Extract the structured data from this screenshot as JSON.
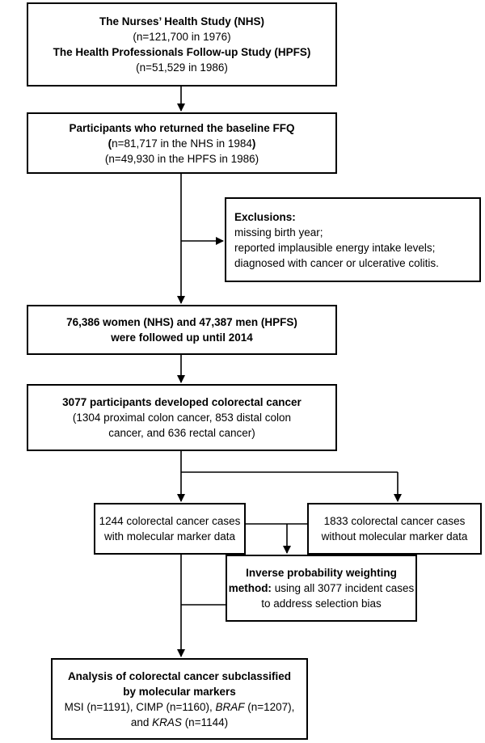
{
  "colors": {
    "stroke": "#000000",
    "background": "#ffffff"
  },
  "boxes": {
    "cohorts": {
      "nhs_title": "The Nurses’ Health Study (NHS)",
      "nhs_n": "(n=121,700 in 1976)",
      "hpfs_title": "The Health Professionals Follow-up Study (HPFS)",
      "hpfs_n": "(n=51,529 in 1986)"
    },
    "baseline": {
      "title": "Participants who returned the baseline FFQ",
      "nhs_paren": "(",
      "nhs_n": "n=81,717 in the NHS in 1984",
      "nhs_close": ")",
      "hpfs_n": "(n=49,930 in the HPFS in 1986)"
    },
    "exclusions": {
      "title": "Exclusions:",
      "items": [
        "missing birth year;",
        "reported implausible energy intake levels;",
        "diagnosed with cancer or ulcerative colitis."
      ]
    },
    "followup": {
      "line1": "76,386 women (NHS) and 47,387 men (HPFS)",
      "line2": "were followed up until 2014"
    },
    "crc": {
      "title": "3077 participants developed colorectal cancer",
      "line1": "(1304 proximal colon cancer, 853 distal colon",
      "line2": "cancer, and 636 rectal cancer)"
    },
    "with_data": {
      "line1": "1244 colorectal cancer cases",
      "line2": "with molecular marker data"
    },
    "without_data": {
      "line1": "1833 colorectal cancer cases",
      "line2": "without molecular marker data"
    },
    "ipw": {
      "title": "Inverse probability weighting",
      "line2_bold": "method:",
      "line2_rest": " using all 3077 incident cases",
      "line3": "to address selection bias"
    },
    "analysis": {
      "title1": "Analysis of colorectal cancer subclassified",
      "title2": "by molecular markers",
      "l3a": "MSI (n=1191), CIMP (n=1160), ",
      "l3b": "BRAF",
      "l3c": " (n=1207),",
      "l4a": "and ",
      "l4b": "KRAS",
      "l4c": " (n=1144)"
    }
  }
}
